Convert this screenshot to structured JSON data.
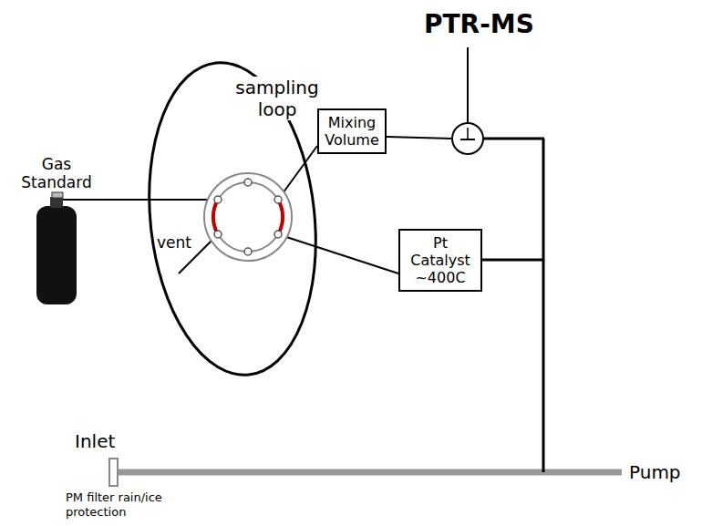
{
  "diagram": {
    "nodes": [
      {
        "text": [
          "Mixing Volume"
        ]
      },
      {
        "text": [
          "Pt Catalyst ~400C"
        ]
      }
    ],
    "labels": [
      "PTR-MS",
      "sampling loop",
      "Gas Standard",
      "vent",
      "Inlet",
      "PM filter rain/ice protection",
      "Pump"
    ]
  }
}
